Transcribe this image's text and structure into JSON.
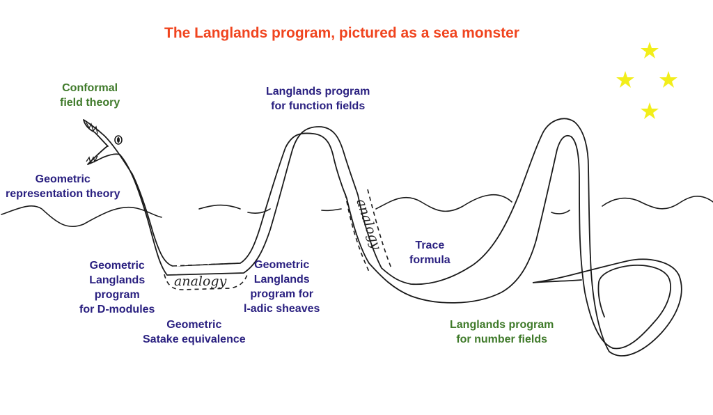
{
  "title": "The Langlands program, pictured as a sea monster",
  "labels": {
    "conformal": [
      "Conformal",
      "field theory"
    ],
    "geom_rep": [
      "Geometric",
      "representation theory"
    ],
    "function_fields": [
      "Langlands program",
      "for function fields"
    ],
    "d_modules": [
      "Geometric",
      "Langlands",
      "program",
      "for D-modules"
    ],
    "l_adic": [
      "Geometric",
      "Langlands",
      "program for",
      "l-adic sheaves"
    ],
    "satake": [
      "Geometric",
      "Satake equivalence"
    ],
    "trace": [
      "Trace",
      "formula"
    ],
    "number_fields": [
      "Langlands program",
      "for number fields"
    ]
  },
  "analogy_words": [
    "analogy",
    "analogy"
  ],
  "colors": {
    "title": "#f0441e",
    "label_blue": "#2a2080",
    "label_green": "#3f7a2a",
    "star": "#f2ee1a",
    "ink": "#1a1a1a"
  },
  "stars_count": 4
}
